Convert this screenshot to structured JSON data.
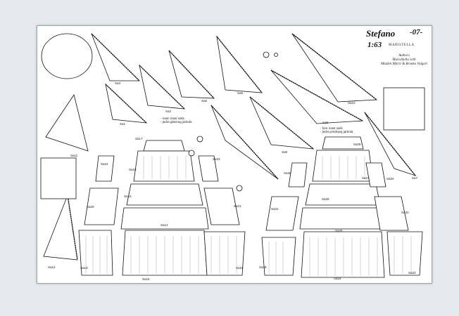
{
  "title_block": {
    "ship_name": "Stefano",
    "scale": "1:63",
    "sheet_number": "-07-",
    "brand": "MARISTELLA",
    "authors_heading": "Authors",
    "authors_line1": "MarisStella with",
    "authors_line2": "Mladen Mitrić & Branko Volgari"
  },
  "notes": {
    "main_mast_1": "- main mast sails",
    "main_mast_2": "- jedra glavnog jarbola",
    "fore_mast_1": "- fore mast sails",
    "fore_mast_2": "- jedra prednjeg jarbola"
  },
  "sails": [
    "Sa1",
    "Sa2",
    "Sa3",
    "Sa5",
    "Sa6",
    "Sa7",
    "Sa8",
    "Sa9",
    "Sa10",
    "Sa11",
    "Sa12",
    "Sa13",
    "Sa14",
    "Sa15",
    "Sa16",
    "Sa17",
    "Sa18",
    "Sa19",
    "Sa20",
    "Sa21",
    "Sa22",
    "Sa23",
    "Sa24",
    "Sa25",
    "Sa26",
    "Sa27",
    "Sa28",
    "Sa29",
    "Sa30",
    "Sa31",
    "Sa32",
    "Sa33",
    "Sa34"
  ]
}
